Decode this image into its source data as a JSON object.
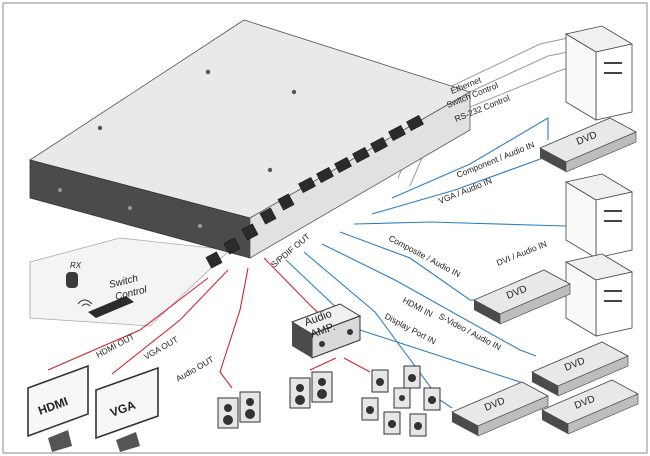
{
  "labels": {
    "ethernet": "Ethernet",
    "switch_control_top": "Switch Control",
    "rs232": "RS-232 Control",
    "component_audio_in": "Component / Audio IN",
    "vga_audio_in": "VGA / Audio IN",
    "dvi_audio_in": "DVI / Audio IN",
    "composite_audio_in": "Composite / Audio IN",
    "svideo_audio_in": "S-Video / Audio IN",
    "hdmi_in": "HDMI IN",
    "displayport_in": "Display Port IN",
    "spdif_out": "S/PDIF OUT",
    "hdmi_out": "HDMI OUT",
    "vga_out": "VGA OUT",
    "audio_out": "Audio OUT",
    "audio_amp_line1": "Audio",
    "audio_amp_line2": "AMP.",
    "rx": "RX",
    "switch_control_left_line1": "Switch",
    "switch_control_left_line2": "Control",
    "dvd": "DVD",
    "monitor_hdmi": "HDMI",
    "monitor_vga": "VGA"
  },
  "colors": {
    "input_lines": "#2f7fc1",
    "output_lines": "#d0262d",
    "control_lines": "#9a9a9a",
    "device_body": "#4b4b4b"
  }
}
